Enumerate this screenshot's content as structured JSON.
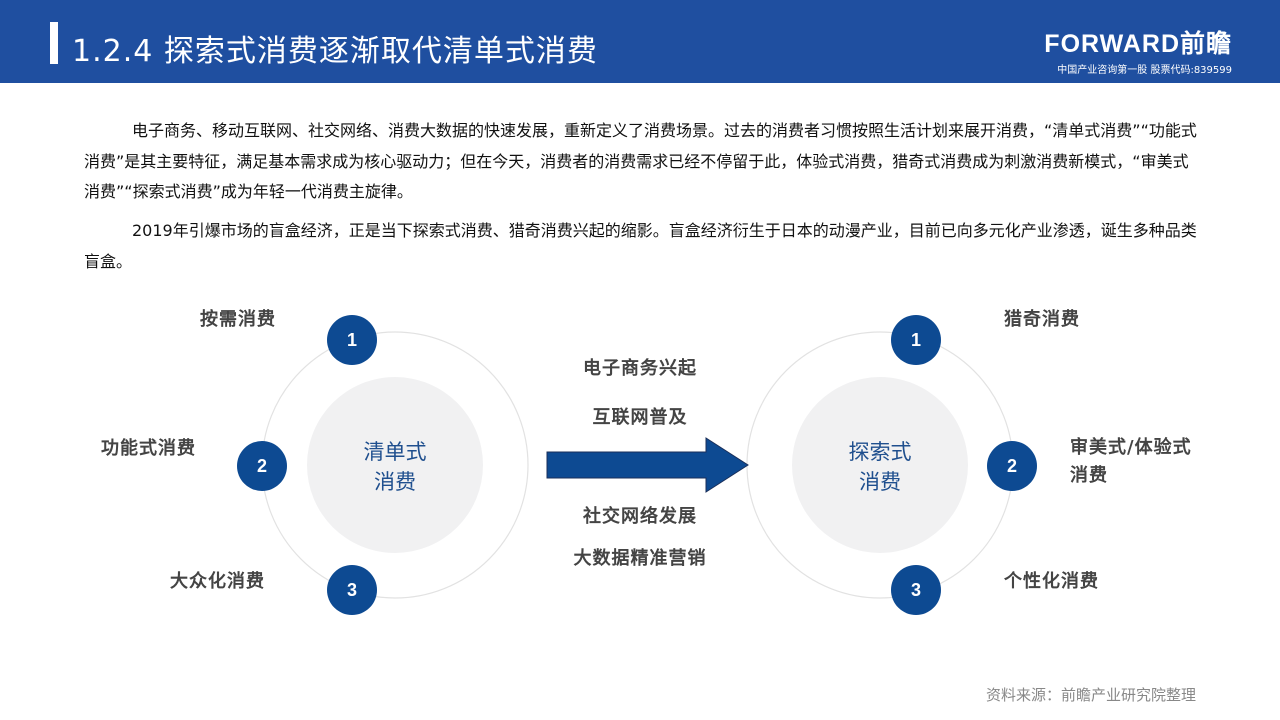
{
  "header": {
    "title": "1.2.4 探索式消费逐渐取代清单式消费",
    "logo_main": "FORWARD前瞻",
    "logo_sub": "中国产业咨询第一股 股票代码:839599"
  },
  "paragraphs": [
    "电子商务、移动互联网、社交网络、消费大数据的快速发展，重新定义了消费场景。过去的消费者习惯按照生活计划来展开消费，“清单式消费”“功能式消费”是其主要特征，满足基本需求成为核心驱动力；但在今天，消费者的消费需求已经不停留于此，体验式消费，猎奇式消费成为刺激消费新模式，“审美式消费”“探索式消费”成为年轻一代消费主旋律。",
    "2019年引爆市场的盲盒经济，正是当下探索式消费、猎奇消费兴起的缩影。盲盒经济衍生于日本的动漫产业，目前已向多元化产业渗透，诞生多种品类盲盒。"
  ],
  "left": {
    "center": [
      "清单式",
      "消费"
    ],
    "items": [
      {
        "num": "1",
        "label": "按需消费"
      },
      {
        "num": "2",
        "label": "功能式消费"
      },
      {
        "num": "3",
        "label": "大众化消费"
      }
    ]
  },
  "right": {
    "center": [
      "探索式",
      "消费"
    ],
    "items": [
      {
        "num": "1",
        "label": "猎奇消费"
      },
      {
        "num": "2",
        "label": "审美式/体验式消费"
      },
      {
        "num": "3",
        "label": "个性化消费"
      }
    ]
  },
  "drivers": [
    "电子商务兴起",
    "互联网普及",
    "社交网络发展",
    "大数据精准营销"
  ],
  "source": "资料来源：前瞻产业研究院整理",
  "colors": {
    "header": "#1f4fa0",
    "node": "#0d4a92",
    "arrow": "#0d4a92"
  }
}
